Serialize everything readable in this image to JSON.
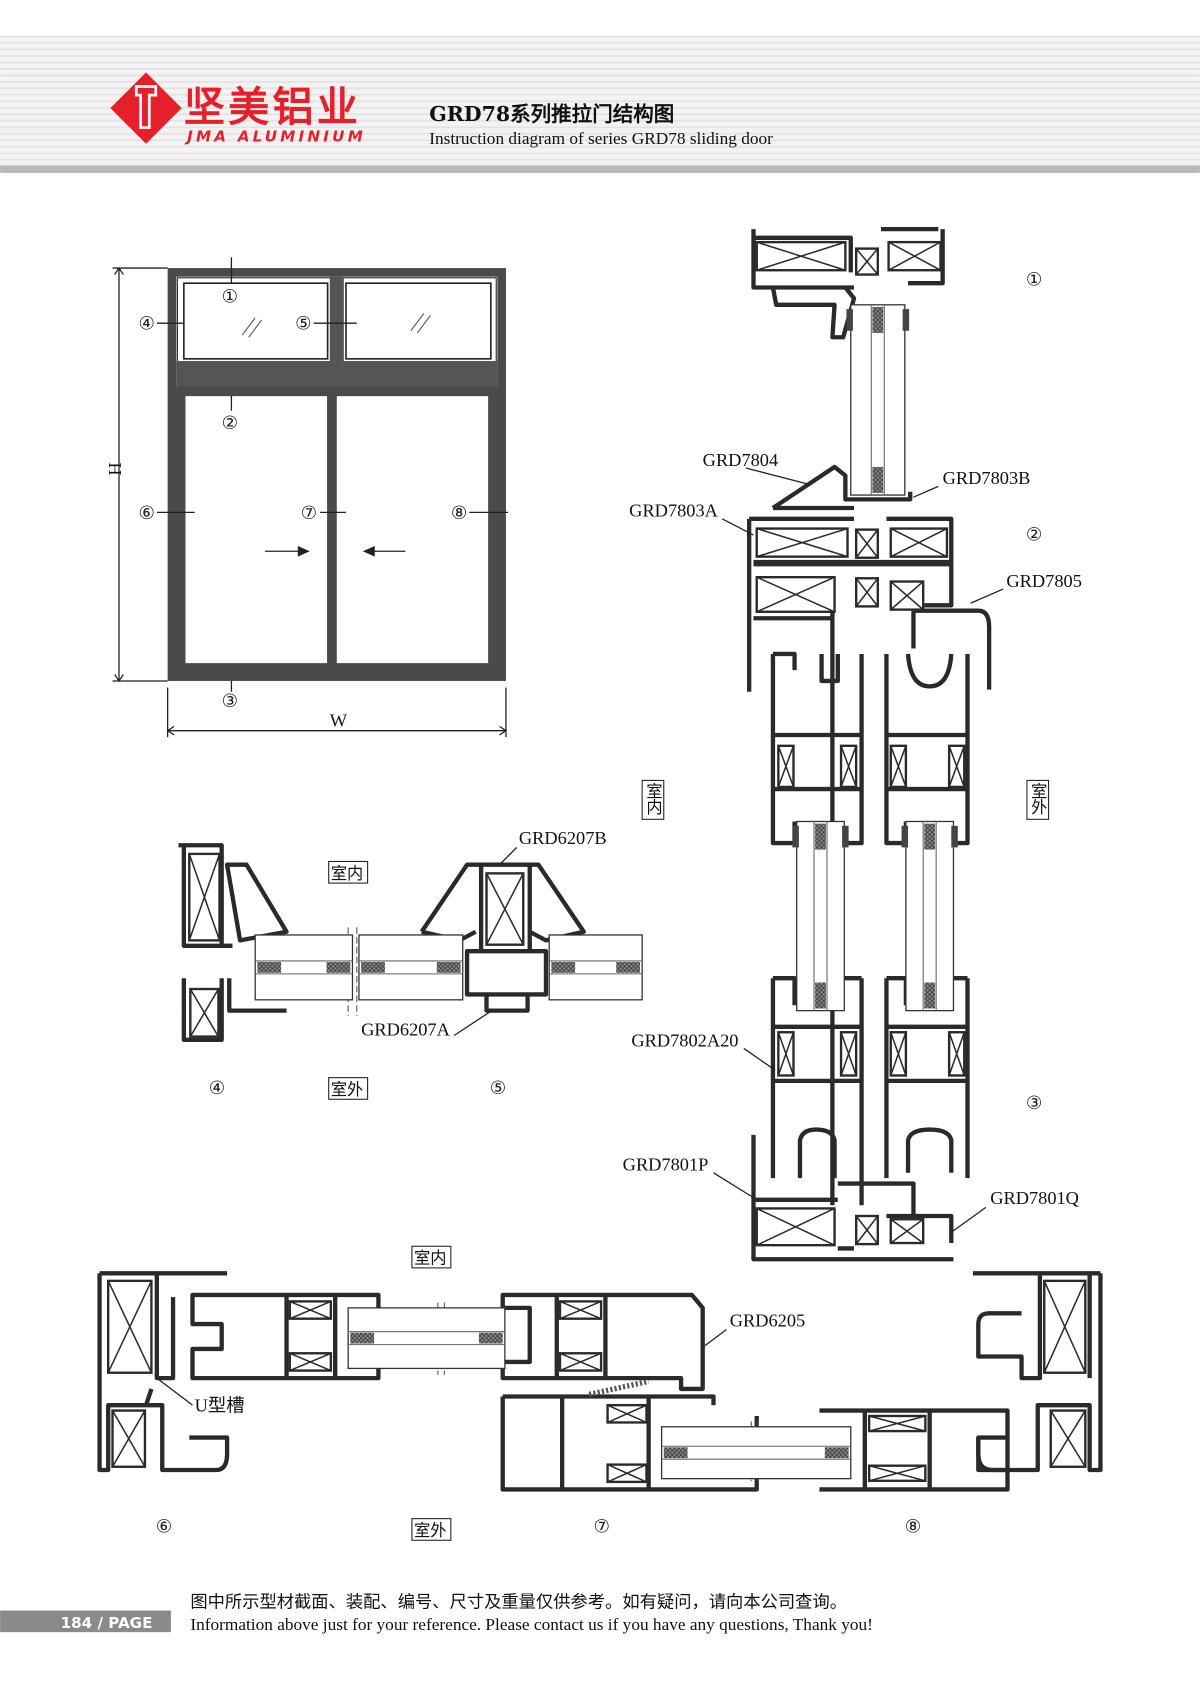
{
  "header": {
    "brand_cn": "坚美铝业",
    "brand_en": "JMA ALUMINIUM",
    "title_cn": "GRD78系列推拉门结构图",
    "title_en": "Instruction diagram of series GRD78 sliding door",
    "brand_color": "#e5202a"
  },
  "elevation": {
    "markers": [
      "①",
      "②",
      "③",
      "④",
      "⑤",
      "⑥",
      "⑦",
      "⑧"
    ],
    "height_label": "H",
    "width_label": "W"
  },
  "rooms": {
    "indoor": "室内",
    "outdoor": "室外"
  },
  "vertical_section": {
    "markers": [
      "①",
      "②",
      "③"
    ],
    "parts": {
      "p7804": "GRD7804",
      "p7803b": "GRD7803B",
      "p7803a": "GRD7803A",
      "p7805": "GRD7805",
      "p7802a20": "GRD7802A20",
      "p7801p": "GRD7801P",
      "p7801q": "GRD7801Q"
    }
  },
  "transom_section": {
    "markers": [
      "④",
      "⑤"
    ],
    "parts": {
      "p6207b": "GRD6207B",
      "p6207a": "GRD6207A"
    }
  },
  "horizontal_section": {
    "markers": [
      "⑥",
      "⑦",
      "⑧"
    ],
    "parts": {
      "p6205": "GRD6205",
      "u_groove": "U型槽"
    }
  },
  "footer": {
    "page": "184 / PAGE",
    "note_cn": "图中所示型材截面、装配、编号、尺寸及重量仅供参考。如有疑问，请向本公司查询。",
    "note_en": "Information above just for your reference. Please contact us if you have any questions, Thank you!"
  }
}
